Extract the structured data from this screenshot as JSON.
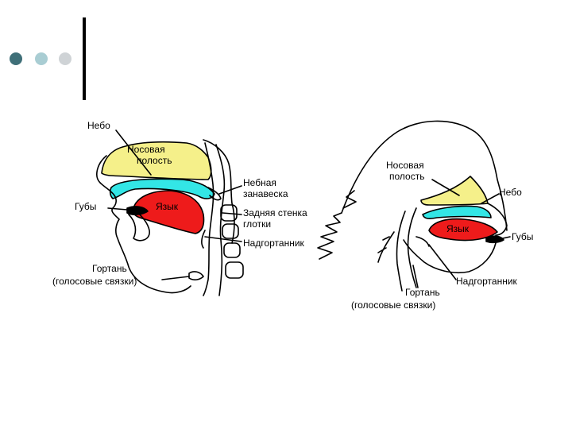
{
  "colors": {
    "dot1": "#3f6f78",
    "dot2": "#a9cdd3",
    "dot3": "#cfd3d6",
    "yellow": "#f5f08a",
    "cyan": "#33e6e6",
    "red": "#ee1b1b"
  },
  "left": {
    "nebo": "Небо",
    "nasal_1": "Носовая",
    "nasal_2": "полость",
    "palate_1": "Небная",
    "palate_2": "занавеска",
    "lips": "Губы",
    "tongue": "Язык",
    "pharynx_1": "Задняя стенка",
    "pharynx_2": "глотки",
    "epiglottis": "Надгортанник",
    "larynx": "Гортань",
    "vocal": "(голосовые связки)"
  },
  "right": {
    "nasal_1": "Носовая",
    "nasal_2": "полость",
    "nebo": "Небо",
    "tongue": "Язык",
    "lips": "Губы",
    "epiglottis": "Надгортанник",
    "larynx": "Гортань",
    "vocal": "(голосовые связки)"
  }
}
